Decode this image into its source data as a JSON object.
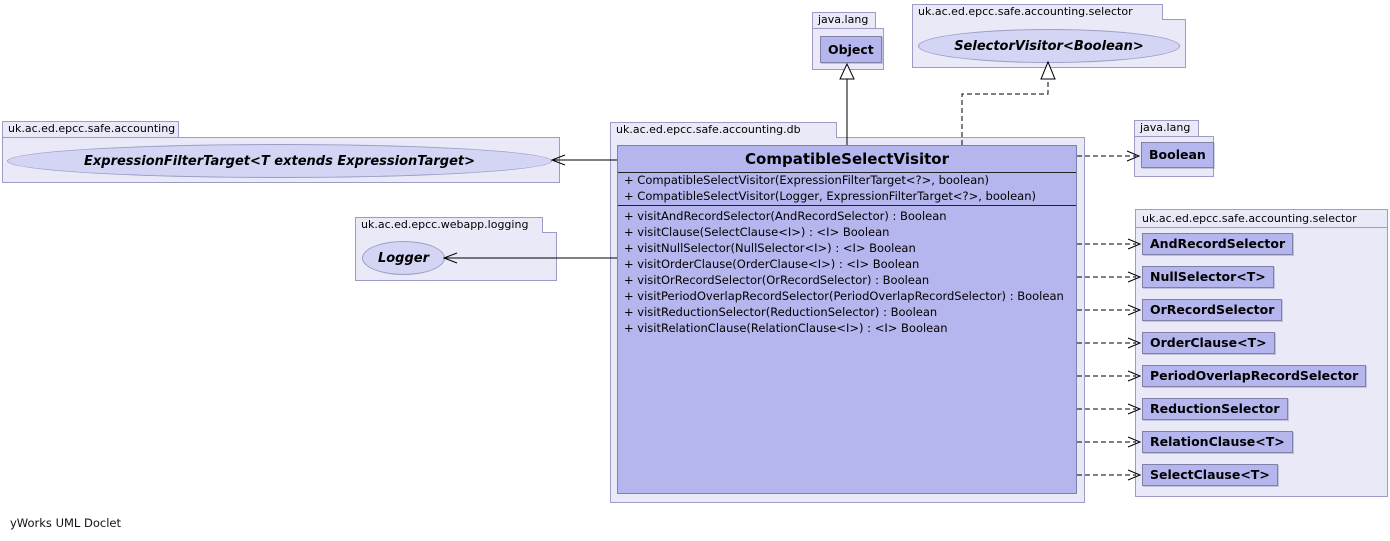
{
  "diagram": {
    "footer": "yWorks UML Doclet"
  },
  "colors": {
    "package_fill": "#e9e9f8",
    "package_border": "#9c9cc6",
    "class_fill": "#b6b6ee",
    "class_border": "#8080a8",
    "ellipse_fill": "#d4d4f4",
    "line": "#000000"
  },
  "packages": {
    "accounting": {
      "label": "uk.ac.ed.epcc.safe.accounting",
      "interface": "ExpressionFilterTarget<T extends ExpressionTarget>"
    },
    "logging": {
      "label": "uk.ac.ed.epcc.webapp.logging",
      "interface": "Logger"
    },
    "java_lang_top": {
      "label": "java.lang",
      "class": "Object"
    },
    "selector_top": {
      "label": "uk.ac.ed.epcc.safe.accounting.selector",
      "interface": "SelectorVisitor<Boolean>"
    },
    "java_lang_right": {
      "label": "java.lang",
      "class": "Boolean"
    },
    "selector_right": {
      "label": "uk.ac.ed.epcc.safe.accounting.selector",
      "classes": [
        "AndRecordSelector",
        "NullSelector<T>",
        "OrRecordSelector",
        "OrderClause<T>",
        "PeriodOverlapRecordSelector",
        "ReductionSelector",
        "RelationClause<T>",
        "SelectClause<T>"
      ]
    },
    "db": {
      "label": "uk.ac.ed.epcc.safe.accounting.db"
    }
  },
  "main_class": {
    "name": "CompatibleSelectVisitor",
    "constructors": [
      "+ CompatibleSelectVisitor(ExpressionFilterTarget<?>, boolean)",
      "+ CompatibleSelectVisitor(Logger, ExpressionFilterTarget<?>, boolean)"
    ],
    "methods": [
      "+ visitAndRecordSelector(AndRecordSelector) : Boolean",
      "+ visitClause(SelectClause<I>) : <I> Boolean",
      "+ visitNullSelector(NullSelector<I>) : <I> Boolean",
      "+ visitOrderClause(OrderClause<I>) : <I> Boolean",
      "+ visitOrRecordSelector(OrRecordSelector) : Boolean",
      "+ visitPeriodOverlapRecordSelector(PeriodOverlapRecordSelector) : Boolean",
      "+ visitReductionSelector(ReductionSelector) : Boolean",
      "+ visitRelationClause(RelationClause<I>) : <I> Boolean"
    ]
  }
}
